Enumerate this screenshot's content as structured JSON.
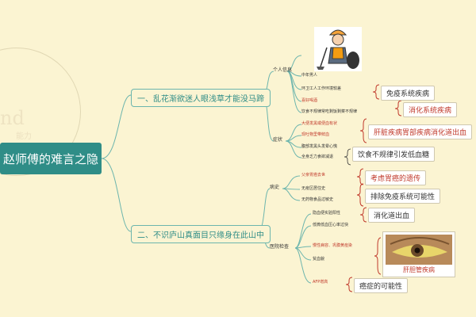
{
  "watermark": {
    "text": "nd",
    "subtext": "能力"
  },
  "root": {
    "label": "赵师傅的难言之隐"
  },
  "branches": [
    {
      "label": "一、乱花渐欲迷人眼浅草才能没马蹄"
    },
    {
      "label": "二、不识庐山真面目只缘身在此山中"
    }
  ],
  "b1": {
    "personal": "个人信息",
    "symptoms": "症状",
    "items": [
      {
        "text": "中年男人"
      },
      {
        "text": "环卫工人工作环境较差"
      },
      {
        "text": "喜好喝酒"
      },
      {
        "text": "饮食不规律常吃剩饭剩菜不规律"
      }
    ],
    "symptom_items": [
      {
        "text": "大便发黑或便血有状"
      },
      {
        "text": "现吐物里带鲜血"
      },
      {
        "text": "腹部发黑头发晕心慌"
      },
      {
        "text": "全身乏力食欲减退"
      }
    ],
    "conclusions": [
      "免疫系统疾病",
      "消化系统疾病",
      "肝脏疾病胃部疾病消化道出血",
      "饮食不规律引发低血糖"
    ]
  },
  "b2": {
    "history": "病史",
    "exam": "医院检查",
    "history_items": [
      {
        "text": "父亲胃癌去世"
      },
      {
        "text": "无疫区居住史"
      },
      {
        "text": "无药物食品过敏史"
      }
    ],
    "exam_items": [
      {
        "text": "隐血便实验阳性"
      },
      {
        "text": "低微低血压心率过快"
      },
      {
        "text": "慢性病容、巩膜黄疸染"
      },
      {
        "text": "贫血貌"
      },
      {
        "text": "AFP增高"
      }
    ],
    "conclusions": [
      "考虑胃癌的遗传",
      "排除免疫系统可能性",
      "消化道出血",
      "肝胆管疾病",
      "癌症的可能性"
    ]
  }
}
